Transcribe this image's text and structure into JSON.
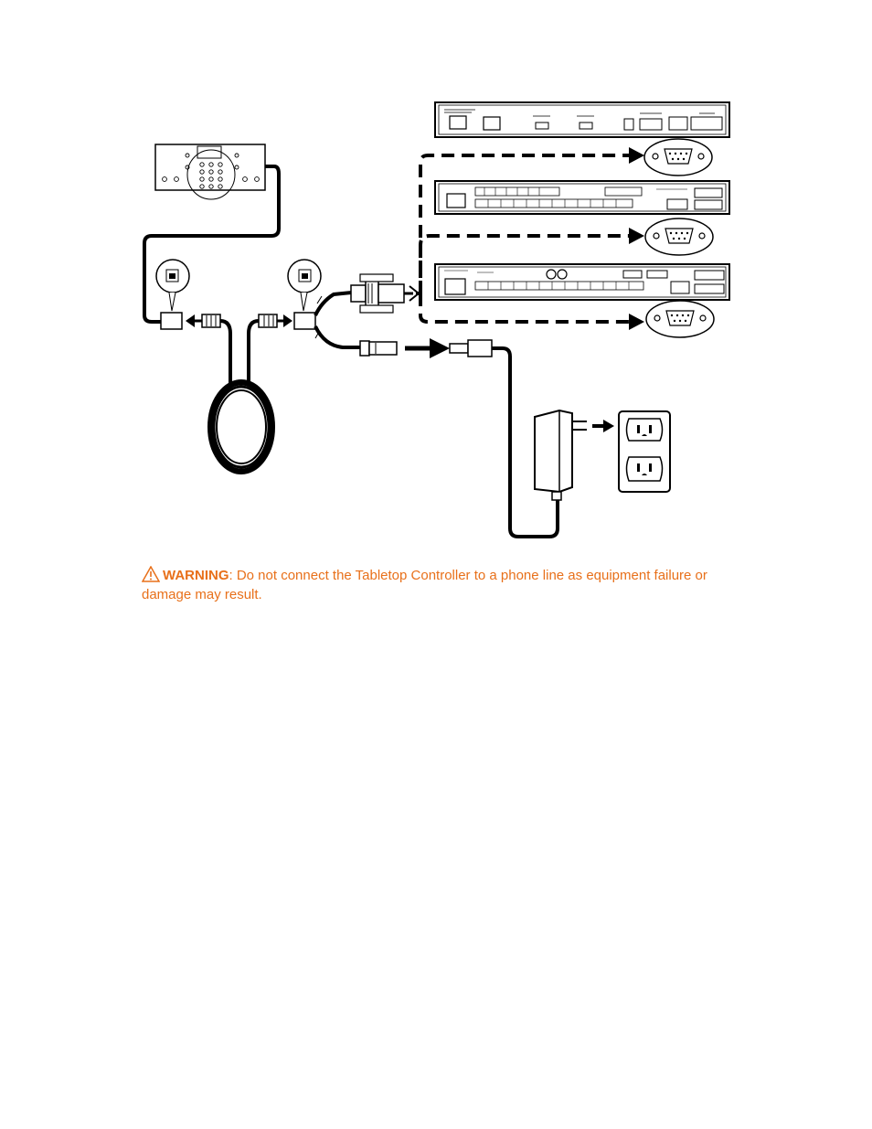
{
  "warning": {
    "label": "WARNING",
    "text": ": Do not connect the Tabletop Controller to a phone line as equipment failure or damage may result.",
    "color": "#E8701A",
    "icon": "warning-triangle-icon"
  },
  "diagram": {
    "devices": [
      "tabletop-controller",
      "rj11-jack-controller",
      "rj11-jack-adapter",
      "coiled-phone-cable",
      "serial-db9-connector",
      "power-jack",
      "power-adapter",
      "wall-outlet",
      "mixer-unit-top",
      "mixer-unit-middle",
      "mixer-unit-bottom"
    ]
  }
}
